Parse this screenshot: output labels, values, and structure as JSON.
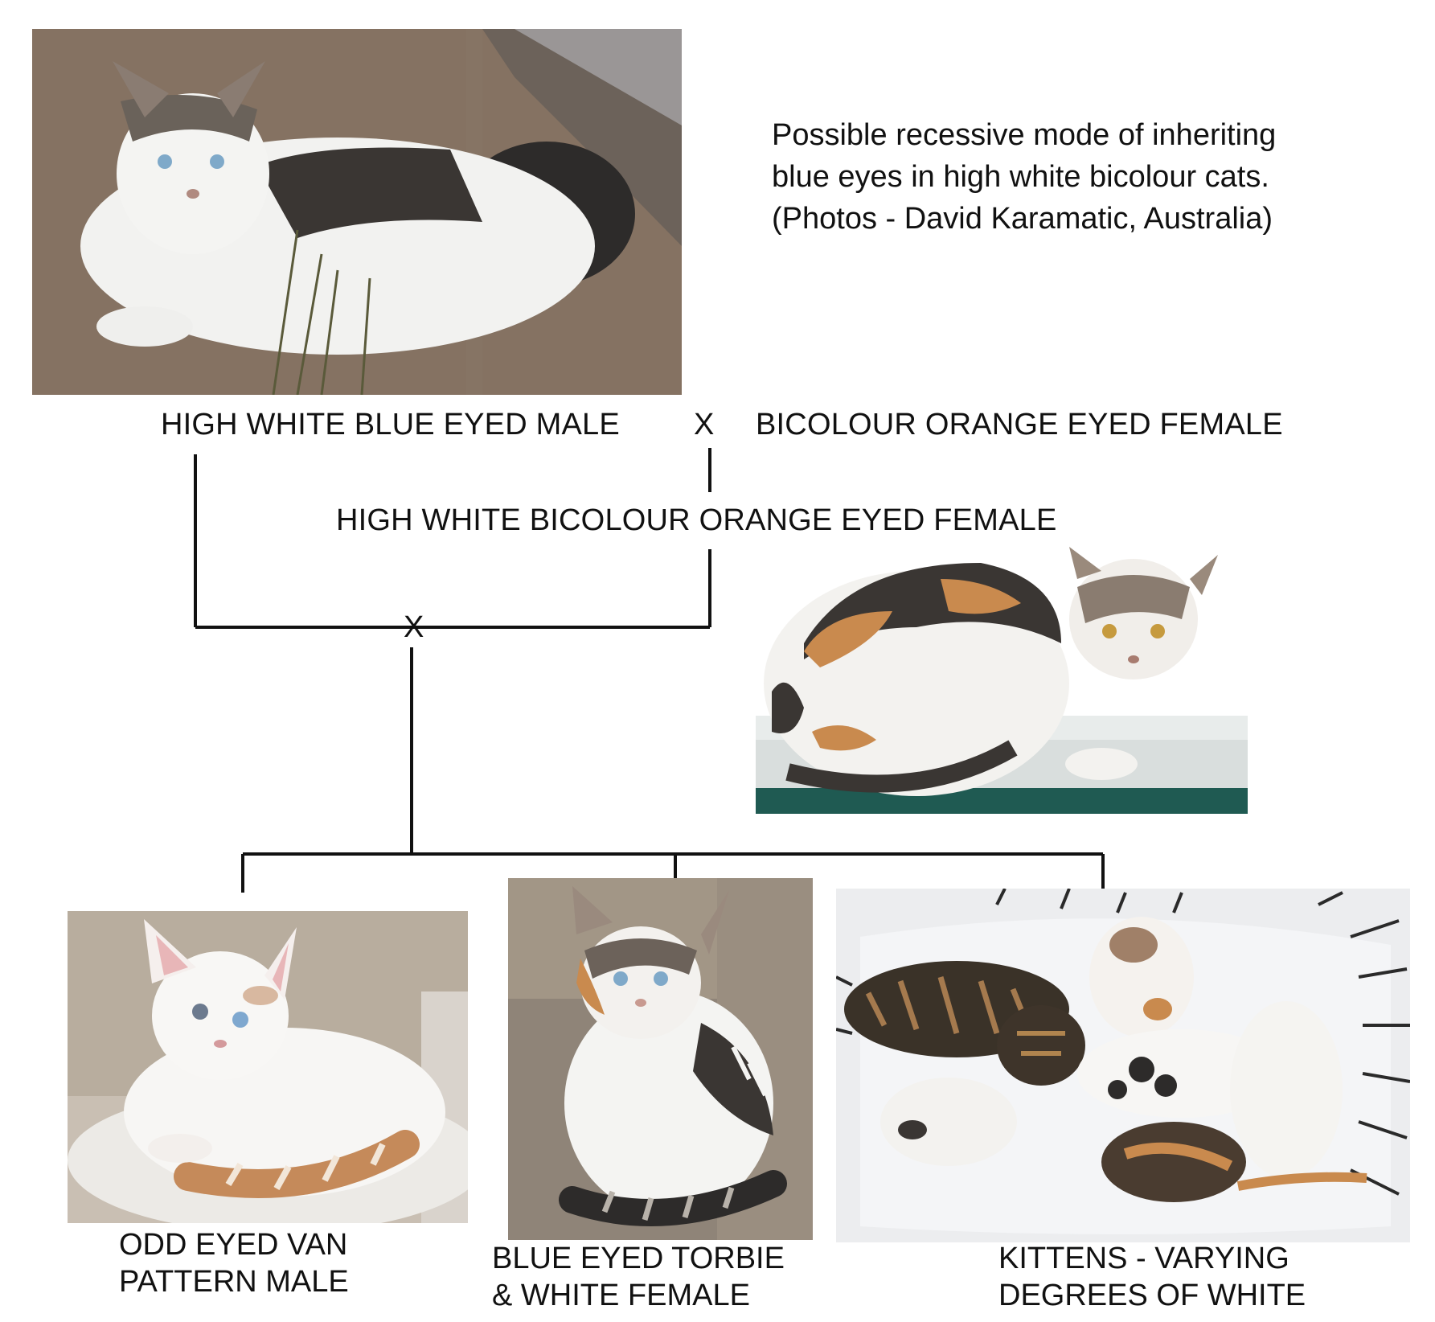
{
  "title_lines": [
    "Possible recessive mode of inheriting",
    "blue eyes in high white bicolour cats.",
    "(Photos - David Karamatic, Australia)"
  ],
  "parents": {
    "male_label": "HIGH WHITE BLUE EYED MALE",
    "cross_symbol": "X",
    "female_label": "BICOLOUR ORANGE EYED FEMALE"
  },
  "daughter_label": "HIGH WHITE BICOLOUR ORANGE EYED FEMALE",
  "second_cross_symbol": "X",
  "offspring": [
    {
      "caption": "ODD EYED VAN\nPATTERN MALE"
    },
    {
      "caption": "BLUE EYED TORBIE\n& WHITE FEMALE"
    },
    {
      "caption": "KITTENS - VARYING\nDEGREES OF WHITE"
    }
  ],
  "colors": {
    "line": "#111111",
    "dirt": "#7d6a5c",
    "calico_orange": "#c98a4e",
    "tabby_dark": "#3a3633",
    "fur_white": "#f4f4f2",
    "sill_green": "#1f5a52"
  }
}
